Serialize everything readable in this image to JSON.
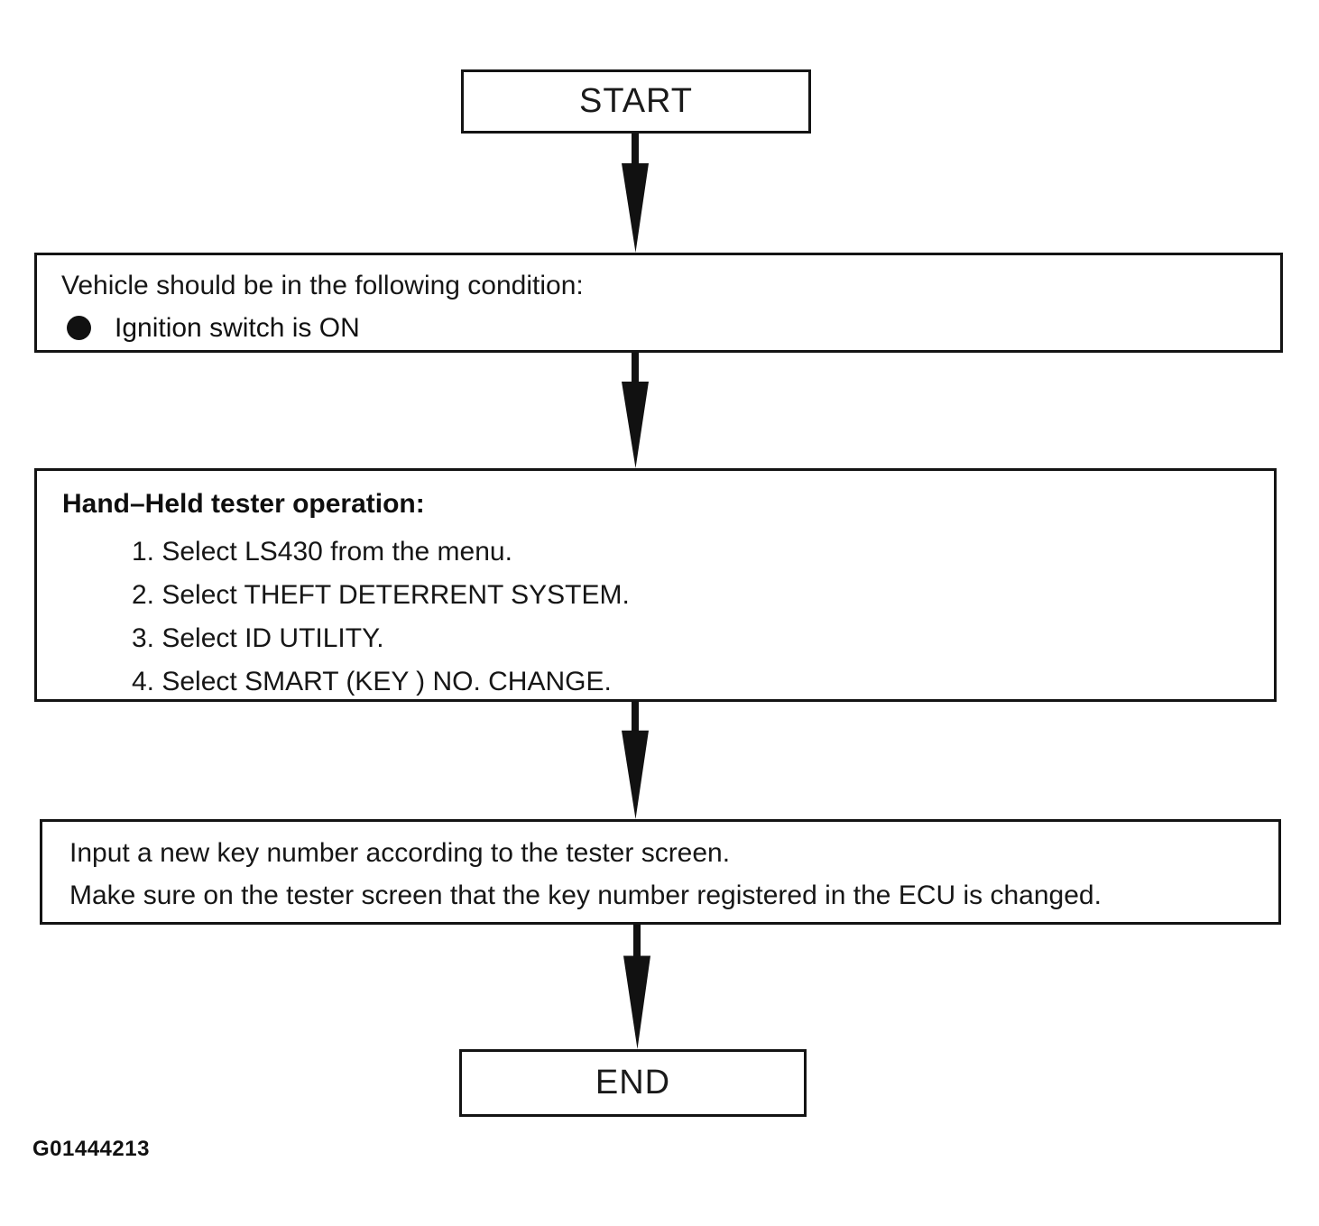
{
  "flowchart": {
    "start": {
      "label": "START"
    },
    "end": {
      "label": "END"
    },
    "figure_id": "G01444213",
    "colors": {
      "line": "#141414",
      "background": "#ffffff",
      "text": "#161616"
    },
    "boxes": [
      {
        "id": "vehicle-condition",
        "lines": [
          "Vehicle should be in the following condition:"
        ],
        "bullets": [
          "Ignition switch is ON"
        ]
      },
      {
        "id": "tester-operation",
        "heading": "Hand–Held tester operation:",
        "steps": [
          "1. Select LS430 from the menu.",
          "2. Select THEFT DETERRENT SYSTEM.",
          "3. Select ID UTILITY.",
          "4. Select SMART (KEY ) NO. CHANGE."
        ]
      },
      {
        "id": "input-key-number",
        "lines": [
          "Input a new key number according to the tester screen.",
          "Make sure on the tester screen that the key number registered in the ECU is changed."
        ]
      }
    ]
  }
}
